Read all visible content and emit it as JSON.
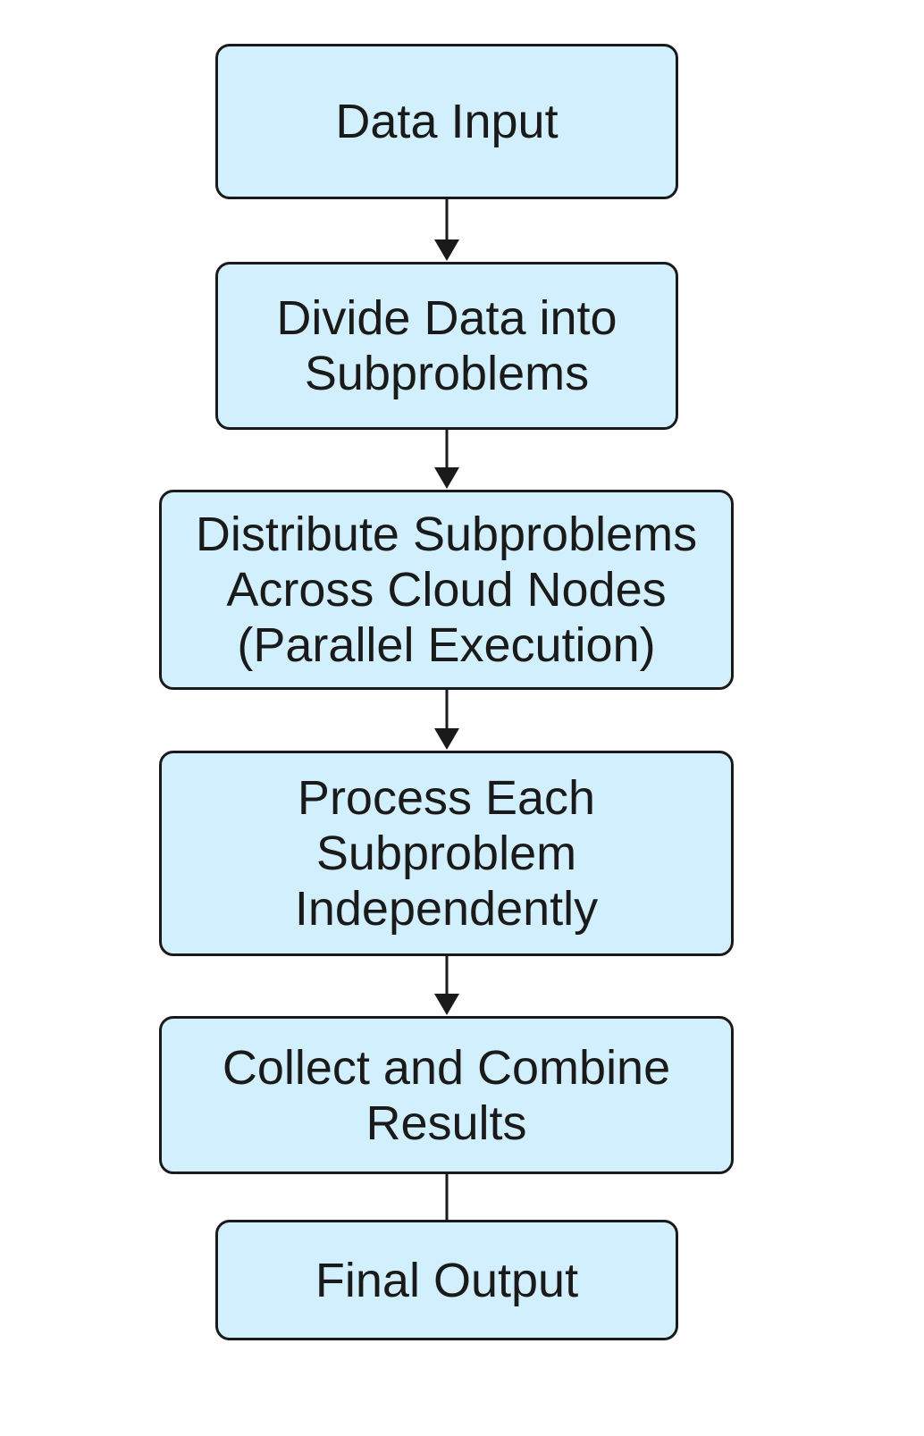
{
  "flowchart": {
    "nodes": [
      {
        "id": "data-input",
        "lines": [
          "Data Input"
        ]
      },
      {
        "id": "divide-data",
        "lines": [
          "Divide Data into",
          "Subproblems"
        ]
      },
      {
        "id": "distribute-subproblems",
        "lines": [
          "Distribute Subproblems",
          "Across Cloud Nodes",
          "(Parallel Execution)"
        ]
      },
      {
        "id": "process-each",
        "lines": [
          "Process Each",
          "Subproblem",
          "Independently"
        ]
      },
      {
        "id": "collect-combine",
        "lines": [
          "Collect and Combine",
          "Results"
        ]
      },
      {
        "id": "final-output",
        "lines": [
          "Final Output"
        ]
      }
    ],
    "edges": [
      {
        "from": "data-input",
        "to": "divide-data",
        "arrow": true
      },
      {
        "from": "divide-data",
        "to": "distribute-subproblems",
        "arrow": true
      },
      {
        "from": "distribute-subproblems",
        "to": "process-each",
        "arrow": true
      },
      {
        "from": "process-each",
        "to": "collect-combine",
        "arrow": true
      },
      {
        "from": "collect-combine",
        "to": "final-output",
        "arrow": false
      }
    ],
    "colors": {
      "node_fill": "#d1effc",
      "stroke": "#1a1a1a",
      "text": "#1a1a1a"
    }
  }
}
